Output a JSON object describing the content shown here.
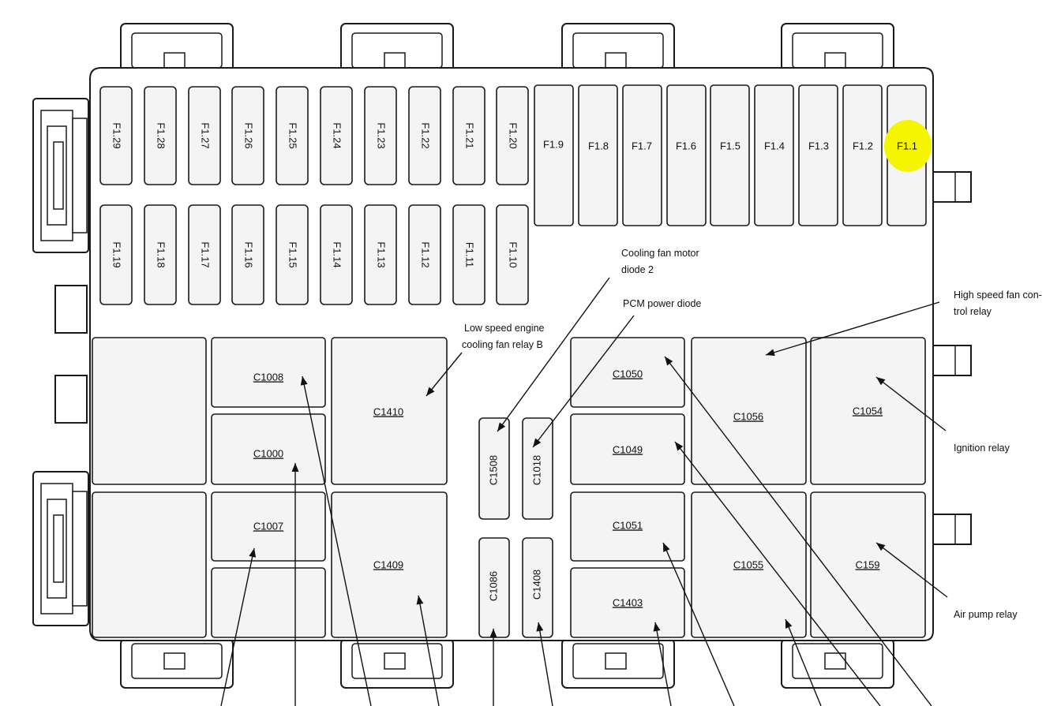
{
  "fuses_top": [
    "F1.29",
    "F1.28",
    "F1.27",
    "F1.26",
    "F1.25",
    "F1.24",
    "F1.23",
    "F1.22",
    "F1.21",
    "F1.20"
  ],
  "fuses_bottom": [
    "F1.19",
    "F1.18",
    "F1.17",
    "F1.16",
    "F1.15",
    "F1.14",
    "F1.13",
    "F1.12",
    "F1.11",
    "F1.10"
  ],
  "fuses_large": [
    "F1.9",
    "F1.8",
    "F1.7",
    "F1.6",
    "F1.5",
    "F1.4",
    "F1.3",
    "F1.2",
    "F1.1"
  ],
  "highlight_color": "#f5f500",
  "highlighted_fuse": "F1.1",
  "relays": {
    "c1008": "C1008",
    "c1000": "C1000",
    "c1007": "C1007",
    "c1410": "C1410",
    "c1409": "C1409",
    "c1508": "C1508",
    "c1018": "C1018",
    "c1086": "C1086",
    "c1408": "C1408",
    "c1050": "C1050",
    "c1049": "C1049",
    "c1051": "C1051",
    "c1403": "C1403",
    "c1056": "C1056",
    "c1055": "C1055",
    "c1054": "C1054",
    "c159": "C159"
  },
  "callouts": {
    "cooling_fan_diode_line1": "Cooling fan motor",
    "cooling_fan_diode_line2": "diode 2",
    "pcm_power_diode": "PCM power diode",
    "low_speed_line1": "Low speed engine",
    "low_speed_line2": "cooling fan relay B",
    "high_speed_line1": "High speed fan con-",
    "high_speed_line2": "trol relay",
    "ignition_relay": "Ignition relay",
    "air_pump_relay": "Air pump relay"
  }
}
